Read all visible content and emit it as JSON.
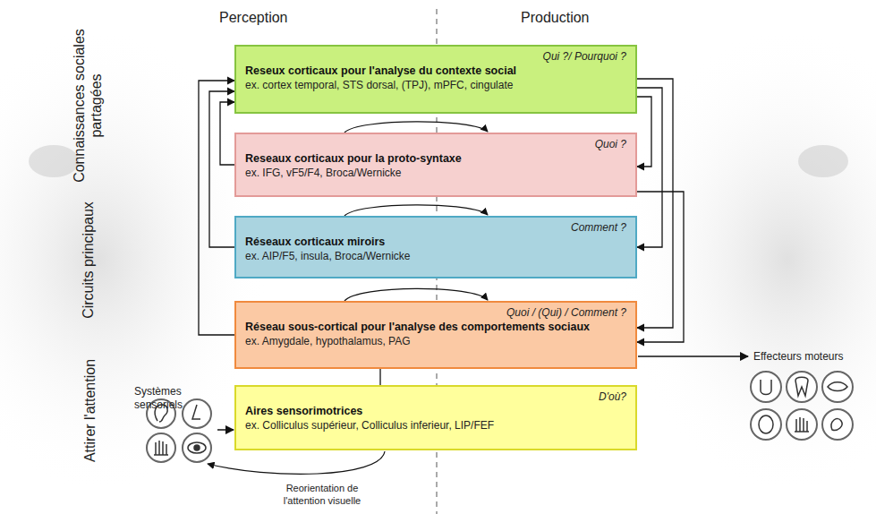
{
  "diagram": {
    "nodes": [
      {
        "text": [
          "Qui ?/ Pourquoi ?",
          "Reseux corticaux pour l'analyse du contexte social",
          "ex. cortex temporal, STS dorsal, (TPJ), mPFC, cingulate"
        ]
      },
      {
        "text": [
          "Quoi ?",
          "Reseaux corticaux pour la proto-syntaxe",
          "ex. IFG, vF5/F4, Broca/Wernicke"
        ]
      },
      {
        "text": [
          "Comment ?",
          "Réseaux corticaux miroirs",
          "ex. AIP/F5, insula, Broca/Wernicke"
        ]
      },
      {
        "text": [
          "Quoi / (Qui) / Comment ?",
          "Réseau sous-cortical pour l'analyse des comportements sociaux",
          "ex. Amygdale, hypothalamus, PAG"
        ]
      },
      {
        "text": [
          "D'où?",
          "Aires sensorimotrices",
          "ex. Colliculus supérieur, Colliculus inferieur, LIP/FEF"
        ]
      }
    ],
    "edges": [
      {
        "from": 1,
        "to": 0,
        "arrow": "to"
      },
      {
        "from": 2,
        "to": 0,
        "arrow": "to"
      },
      {
        "from": 3,
        "to": 0,
        "arrow": "to"
      },
      {
        "from": 0,
        "to": 1,
        "arrow": "to"
      },
      {
        "from": 0,
        "to": 2,
        "arrow": "to"
      },
      {
        "from": 0,
        "to": 3,
        "arrow": "to"
      },
      {
        "from": 1,
        "to": 3,
        "arrow": "to"
      },
      {
        "from": 3,
        "to": 4,
        "arrow": "none"
      }
    ],
    "labels": [
      "Perception",
      "Production",
      "Connaissances sociales partagées",
      "Circuits principaux",
      "Attirer l'attention",
      "Systèmes sensoriels",
      "Effecteurs moteurs",
      "Reorientation de l'attention visuelle"
    ]
  }
}
